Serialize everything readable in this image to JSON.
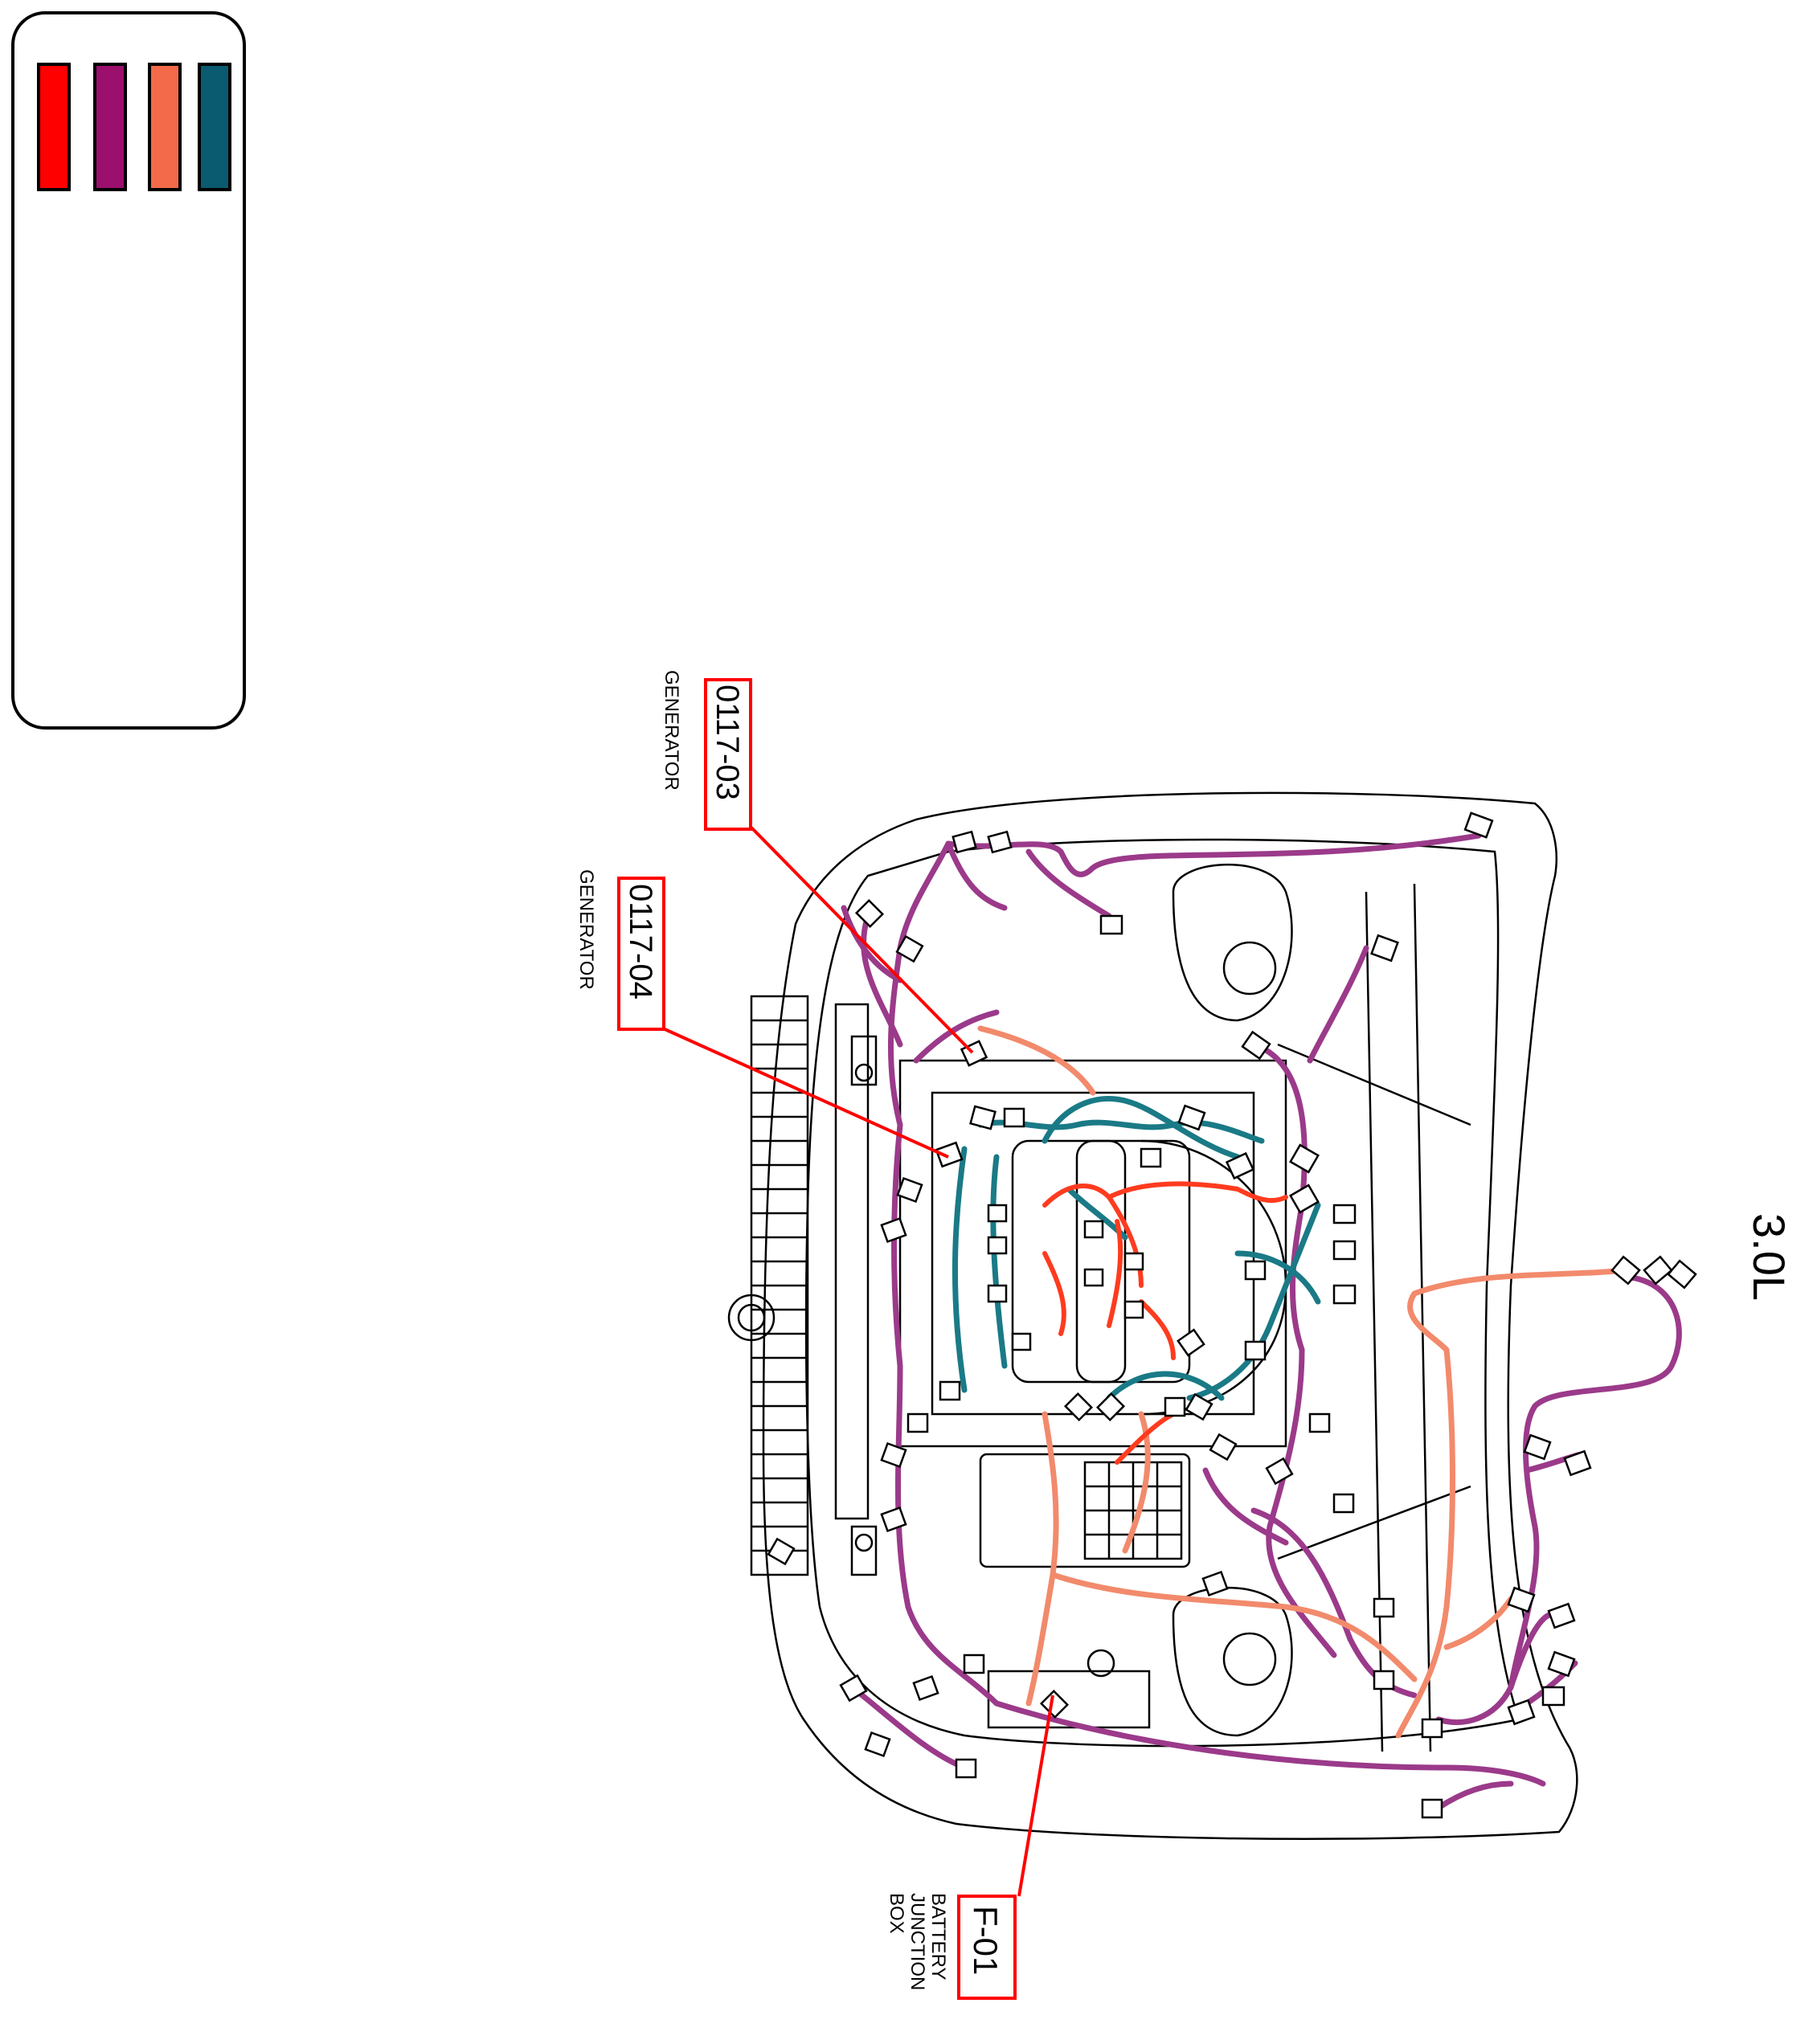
{
  "title": "3.0L",
  "legend": {
    "swatches": [
      {
        "color_name": "red",
        "hex": "#ff0000"
      },
      {
        "color_name": "purple",
        "hex": "#9b0f6d"
      },
      {
        "color_name": "salmon",
        "hex": "#f26a4a"
      },
      {
        "color_name": "teal",
        "hex": "#0a5a70"
      }
    ]
  },
  "callouts": [
    {
      "id": "0117-03",
      "label": "GENERATOR"
    },
    {
      "id": "0117-04",
      "label": "GENERATOR"
    },
    {
      "id": "F-01",
      "label_lines": [
        "BATTERY",
        "JUNCTION",
        "BOX"
      ]
    }
  ],
  "harness_colors": {
    "red": "#ff3b1f",
    "purple": "#9b3a8a",
    "salmon": "#f28a6c",
    "teal": "#1a7a86",
    "callout_line": "#ff0000",
    "outline": "#000000"
  }
}
